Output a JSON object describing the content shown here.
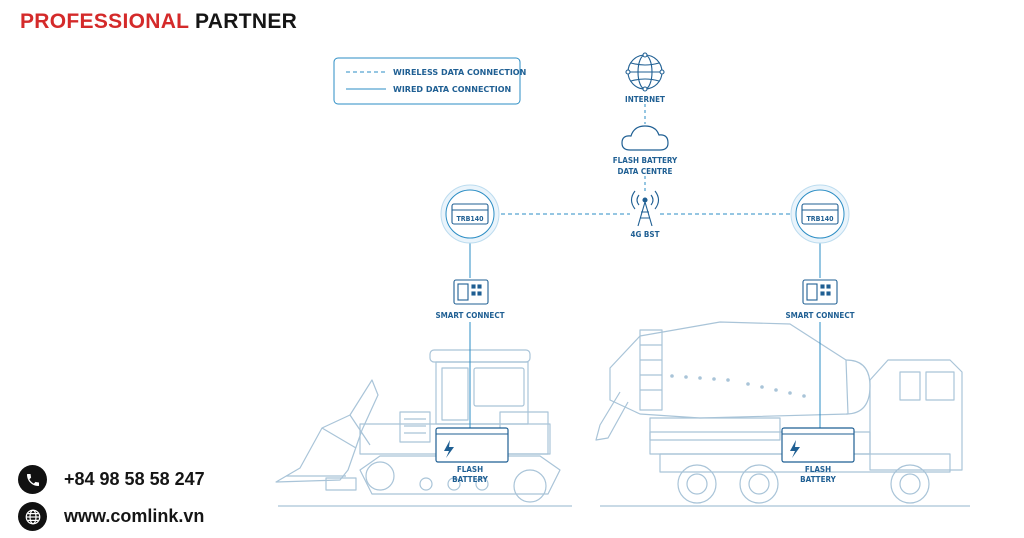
{
  "brand": {
    "part1": "PROFESSIONAL",
    "part2": "PARTNER",
    "colors": {
      "accent": "#d42a2a",
      "dark": "#151515"
    }
  },
  "legend": {
    "wireless": "WIRELESS DATA CONNECTION",
    "wired": "WIRED DATA CONNECTION"
  },
  "nodes": {
    "internet": "INTERNET",
    "datacentre_line1": "FLASH BATTERY",
    "datacentre_line2": "DATA CENTRE",
    "bst": "4G BST",
    "router_left": "TRB140",
    "router_right": "TRB140",
    "smart_left": "SMART CONNECT",
    "smart_right": "SMART CONNECT",
    "battery_left_line1": "FLASH",
    "battery_left_line2": "BATTERY",
    "battery_right_line1": "FLASH",
    "battery_right_line2": "BATTERY"
  },
  "contact": {
    "phone": "+84 98 58 58 247",
    "website": "www.comlink.vn",
    "phone_icon": "phone-icon",
    "globe_icon": "globe-icon"
  },
  "colors": {
    "line": "#2b8dc4",
    "outline": "#a9c4d8",
    "label": "#1f5f93"
  }
}
